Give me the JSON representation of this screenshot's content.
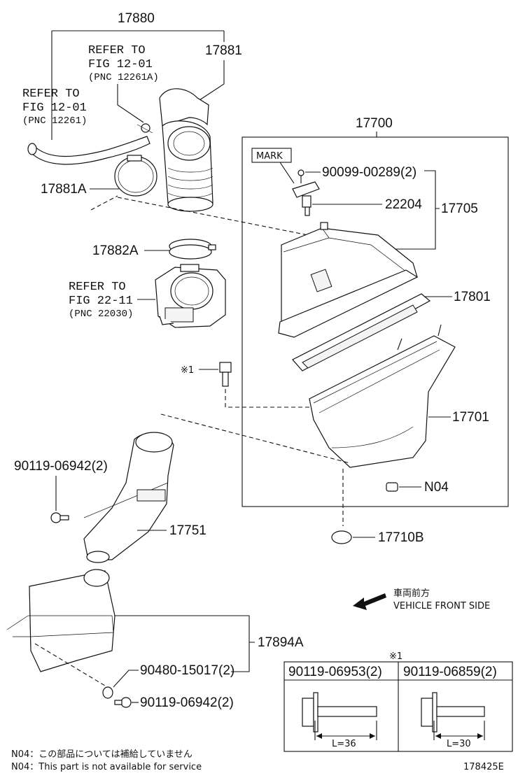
{
  "parts": {
    "p17880": "17880",
    "p17881": "17881",
    "p17881A": "17881A",
    "p17882A": "17882A",
    "p17700": "17700",
    "p17705": "17705",
    "p22204": "22204",
    "p90099": "90099-00289(2)",
    "p17801": "17801",
    "p17701": "17701",
    "pN04": "N04",
    "p17710B": "17710B",
    "p17751": "17751",
    "p90119a": "90119-06942(2)",
    "p17894A": "17894A",
    "p90480": "90480-15017(2)",
    "p90119b": "90119-06942(2)",
    "mark_label": "MARK",
    "note_ref": "※1"
  },
  "refs": [
    {
      "line1": "REFER TO",
      "line2": "FIG 12-01",
      "line3": "(PNC 12261A)"
    },
    {
      "line1": "REFER TO",
      "line2": "FIG 12-01",
      "line3": "(PNC 12261)"
    },
    {
      "line1": "REFER TO",
      "line2": "FIG 22-11",
      "line3": "(PNC 22030)"
    }
  ],
  "direction": {
    "jp": "車両前方",
    "en": "VEHICLE FRONT SIDE"
  },
  "bolt_table": {
    "ref": "※1",
    "columns": [
      {
        "part": "90119-06953(2)",
        "length": "L=36"
      },
      {
        "part": "90119-06859(2)",
        "length": "L=30"
      }
    ]
  },
  "footnotes": {
    "jp": "N04：この部品については補給していません",
    "en": "N04：This part is not available for service"
  },
  "figure_id": "178425E"
}
